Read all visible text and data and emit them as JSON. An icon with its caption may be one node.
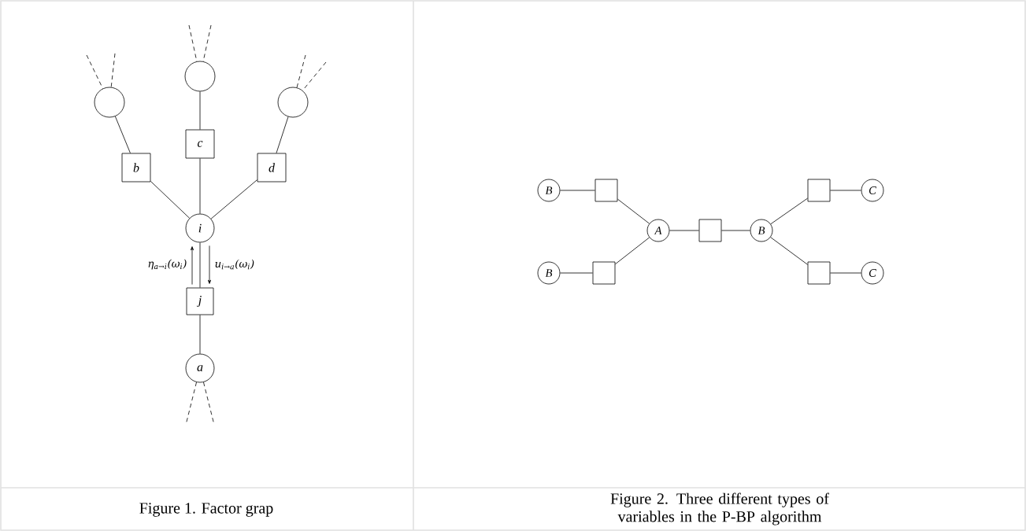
{
  "diagram": {
    "nodes": [
      {
        "text": [],
        "shape": "circle"
      },
      {
        "text": [],
        "shape": "circle"
      },
      {
        "text": [],
        "shape": "circle"
      },
      {
        "text": [
          "b"
        ]
      },
      {
        "text": [
          "c"
        ]
      },
      {
        "text": [
          "d"
        ]
      },
      {
        "text": [
          "i"
        ]
      },
      {
        "text": [
          "j"
        ]
      },
      {
        "text": [
          "a"
        ]
      },
      {
        "text": [
          "B"
        ]
      },
      {
        "text": [],
        "shape": "box"
      },
      {
        "text": [
          "B"
        ]
      },
      {
        "text": [],
        "shape": "box"
      },
      {
        "text": [
          "A"
        ]
      },
      {
        "text": [],
        "shape": "box"
      },
      {
        "text": [
          "B"
        ]
      },
      {
        "text": [],
        "shape": "box"
      },
      {
        "text": [
          "C"
        ]
      },
      {
        "text": [],
        "shape": "box"
      },
      {
        "text": [
          "C"
        ]
      }
    ],
    "edges": [
      {
        "from": 0,
        "to": 3,
        "arrow": "none"
      },
      {
        "from": 1,
        "to": 4,
        "arrow": "none"
      },
      {
        "from": 2,
        "to": 5,
        "arrow": "none"
      },
      {
        "from": 3,
        "to": 6,
        "arrow": "none"
      },
      {
        "from": 4,
        "to": 6,
        "arrow": "none"
      },
      {
        "from": 5,
        "to": 6,
        "arrow": "none"
      },
      {
        "from": 6,
        "to": 7,
        "arrow": "none"
      },
      {
        "from": 7,
        "to": 8,
        "arrow": "none"
      },
      {
        "from": 7,
        "to": 6,
        "arrow": "to",
        "label": "η$_{a→i}$(ω$_{i}$)"
      },
      {
        "from": 6,
        "to": 7,
        "arrow": "to",
        "label": "u$_{i→a}$(ω$_{i}$)"
      },
      {
        "from": null,
        "to": 0,
        "arrow": "none",
        "style": "dashed"
      },
      {
        "from": null,
        "to": 0,
        "arrow": "none",
        "style": "dashed"
      },
      {
        "from": null,
        "to": 1,
        "arrow": "none",
        "style": "dashed"
      },
      {
        "from": null,
        "to": 1,
        "arrow": "none",
        "style": "dashed"
      },
      {
        "from": null,
        "to": 2,
        "arrow": "none",
        "style": "dashed"
      },
      {
        "from": null,
        "to": 2,
        "arrow": "none",
        "style": "dashed"
      },
      {
        "from": 8,
        "to": null,
        "arrow": "none",
        "style": "dashed"
      },
      {
        "from": 8,
        "to": null,
        "arrow": "none",
        "style": "dashed"
      },
      {
        "from": 9,
        "to": 10,
        "arrow": "none"
      },
      {
        "from": 10,
        "to": 13,
        "arrow": "none"
      },
      {
        "from": 11,
        "to": 12,
        "arrow": "none"
      },
      {
        "from": 12,
        "to": 13,
        "arrow": "none"
      },
      {
        "from": 13,
        "to": 14,
        "arrow": "none"
      },
      {
        "from": 14,
        "to": 15,
        "arrow": "none"
      },
      {
        "from": 15,
        "to": 16,
        "arrow": "none"
      },
      {
        "from": 16,
        "to": 17,
        "arrow": "none"
      },
      {
        "from": 15,
        "to": 18,
        "arrow": "none"
      },
      {
        "from": 18,
        "to": 19,
        "arrow": "none"
      }
    ],
    "labels": [
      "Figure 1. Factor grap",
      "Figure 2. Three different types of variables in the P-BP algorithm"
    ]
  }
}
